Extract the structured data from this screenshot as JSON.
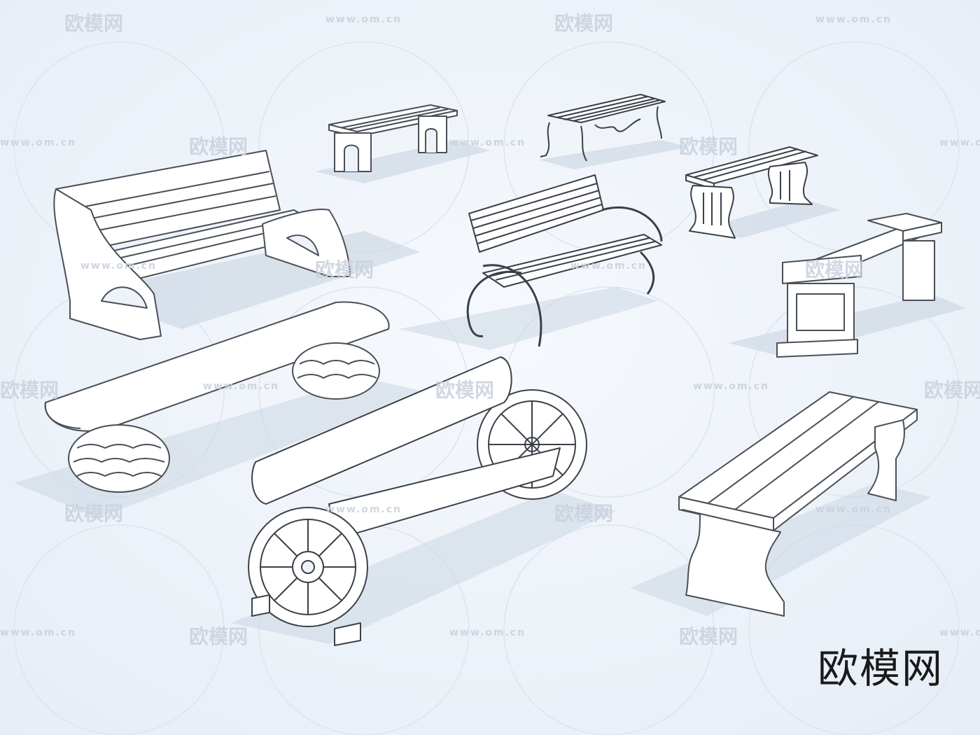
{
  "brand": {
    "label": "欧模网"
  },
  "watermark": {
    "logo_text": "欧模网",
    "url_text": "www.om.cn"
  },
  "scene": {
    "subject": "garden-benches",
    "colors": {
      "background": "#eef3fa",
      "model": "#ffffff",
      "edge": "#4a4f57",
      "shadow": "#cfd8e4",
      "watermark": "#c9d2de"
    }
  }
}
